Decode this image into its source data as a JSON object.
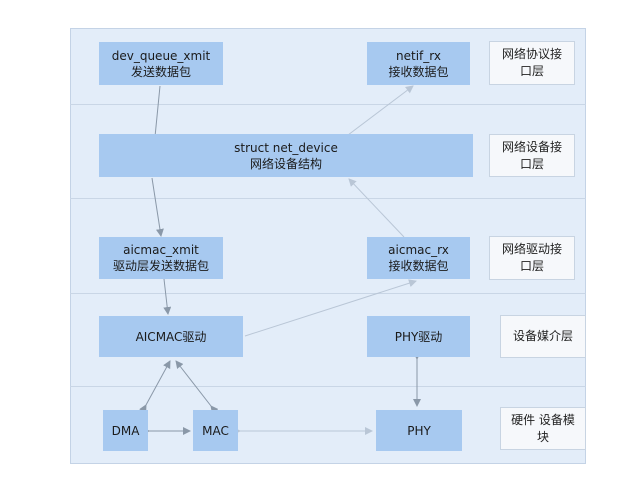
{
  "nodes": {
    "dev_queue_xmit": {
      "line1": "dev_queue_xmit",
      "line2": "发送数据包"
    },
    "netif_rx": {
      "line1": "netif_rx",
      "line2": "接收数据包"
    },
    "net_device": {
      "line1": "struct net_device",
      "line2": "网络设备结构"
    },
    "aicmac_xmit": {
      "line1": "aicmac_xmit",
      "line2": "驱动层发送数据包"
    },
    "aicmac_rx": {
      "line1": "aicmac_rx",
      "line2": "接收数据包"
    },
    "aicmac_driver": {
      "line1": "AICMAC驱动"
    },
    "phy_driver": {
      "line1": "PHY驱动"
    },
    "dma": {
      "line1": "DMA"
    },
    "mac": {
      "line1": "MAC"
    },
    "phy": {
      "line1": "PHY"
    }
  },
  "layers": {
    "protocol": {
      "line1": "网络协议接",
      "line2": "口层"
    },
    "device": {
      "line1": "网络设备接",
      "line2": "口层"
    },
    "driver": {
      "line1": "网络驱动接",
      "line2": "口层"
    },
    "media": {
      "line1": "设备媒介层"
    },
    "hardware": {
      "line1": "硬件 设备模",
      "line2": "块"
    }
  },
  "colors": {
    "background": "#e3edf9",
    "node": "#a7c9f0",
    "arrow_light": "#b9c6d6",
    "arrow_dark": "#8a98a8"
  }
}
